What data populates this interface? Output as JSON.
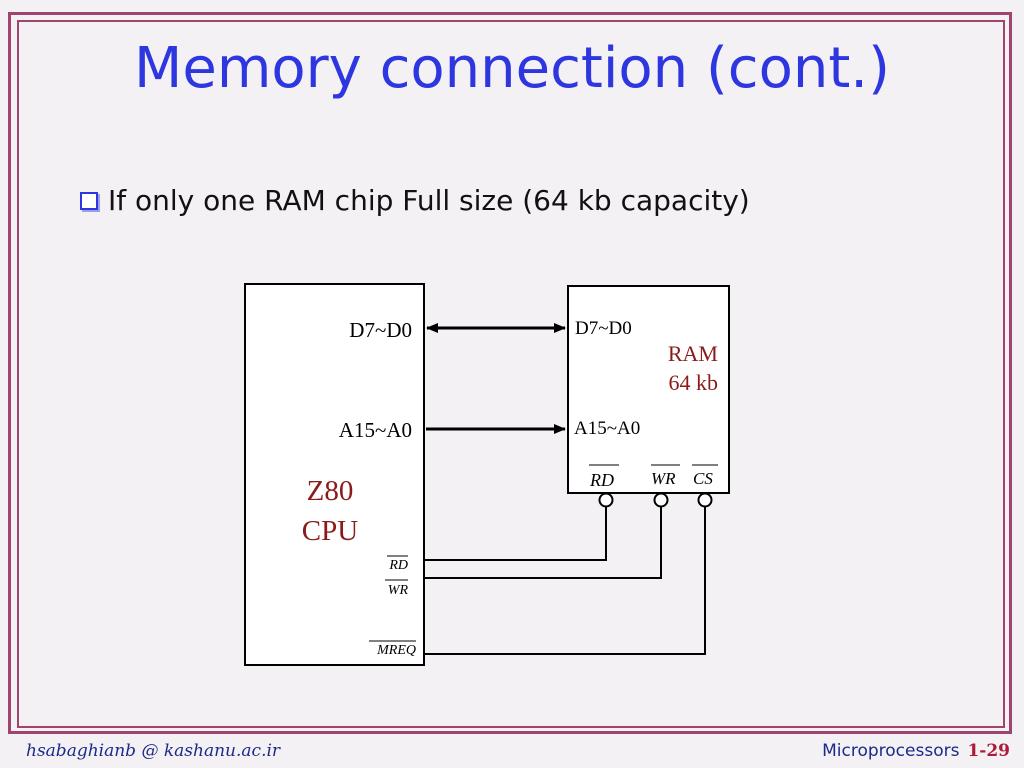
{
  "slide": {
    "title": "Memory connection (cont.)",
    "bullet": "If only one RAM chip Full size (64 kb capacity)"
  },
  "cpu": {
    "name_line1": "Z80",
    "name_line2": "CPU",
    "data_bus": "D7~D0",
    "addr_bus": "A15~A0",
    "rd": "RD",
    "wr": "WR",
    "mreq": "MREQ"
  },
  "ram": {
    "name_line1": "RAM",
    "name_line2": "64 kb",
    "data_bus": "D7~D0",
    "addr_bus": "A15~A0",
    "rd": "RD",
    "wr": "WR",
    "cs": "CS"
  },
  "footer": {
    "left": "hsabaghianb @ kashanu.ac.ir",
    "course": "Microprocessors",
    "page": "1-29"
  },
  "colors": {
    "title": "#2e36e0",
    "frame": "#a0446f",
    "chip_name": "#8b1a1a",
    "footer": "#1b2a8a"
  }
}
